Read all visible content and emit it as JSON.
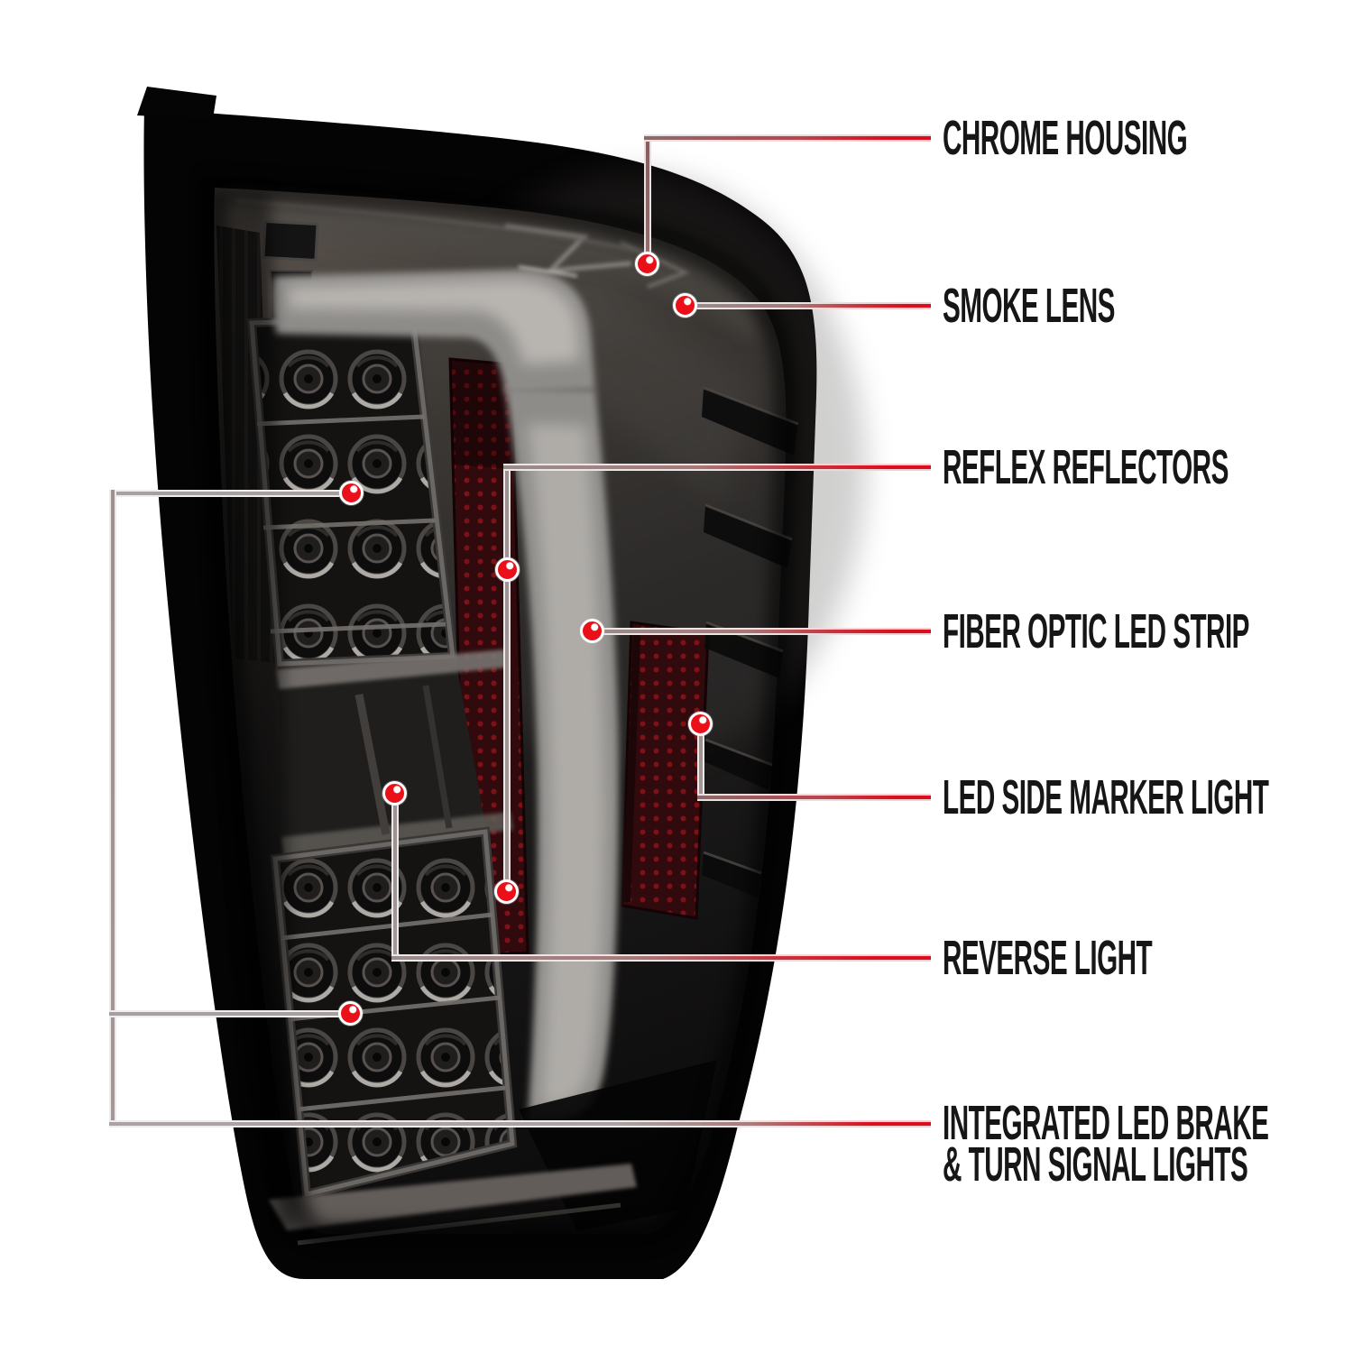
{
  "diagram": {
    "subject": "smoked-led-tail-light",
    "colors": {
      "background": "#ffffff",
      "accent_red": "#d90f1d",
      "line_gray": "#a8a0a0",
      "marker_dot_red": "#ea0f18",
      "label_text": "#161616"
    },
    "callouts": [
      {
        "id": "chrome-housing",
        "label": "CHROME HOUSING"
      },
      {
        "id": "smoke-lens",
        "label": "SMOKE LENS"
      },
      {
        "id": "reflex-reflectors",
        "label": "REFLEX REFLECTORS"
      },
      {
        "id": "fiber-optic-led-strip",
        "label": "FIBER OPTIC LED STRIP"
      },
      {
        "id": "led-side-marker-light",
        "label": "LED SIDE MARKER LIGHT"
      },
      {
        "id": "reverse-light",
        "label": "REVERSE LIGHT"
      },
      {
        "id": "integrated-led-brake-turn-signal",
        "label_line1": "INTEGRATED LED BRAKE",
        "label_line2": "& TURN SIGNAL LIGHTS"
      }
    ]
  }
}
